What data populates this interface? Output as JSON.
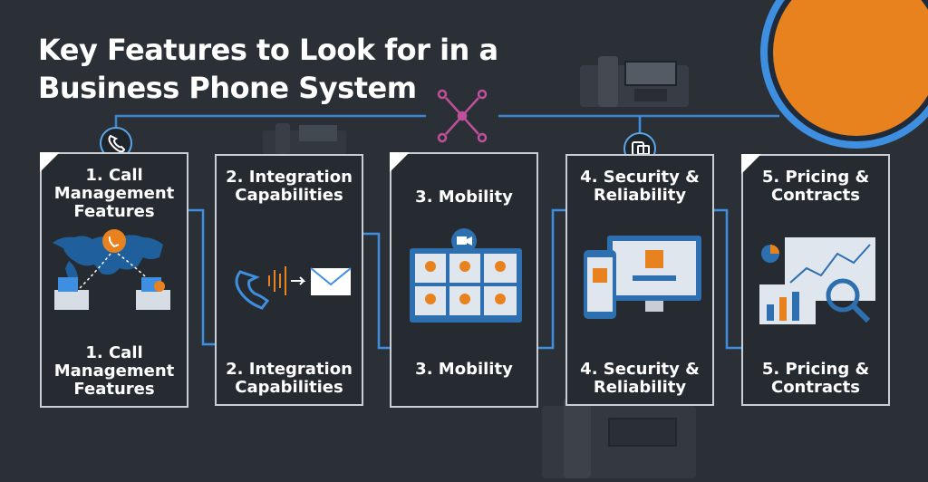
{
  "title": "Key Features to Look for in a Business Phone System",
  "cards": [
    {
      "top": "1. Call Management Features",
      "bottom": "1. Call Management Features"
    },
    {
      "top": "2. Integration Capabilities",
      "bottom": "2. Integration Capabilities"
    },
    {
      "top": "3. Mobility",
      "bottom": "3. Mobility"
    },
    {
      "top": "4. Security & Reliability",
      "bottom": "4. Security & Reliability"
    },
    {
      "top": "5. Pricing & Contracts",
      "bottom": "5. Pricing & Contracts"
    }
  ],
  "icons": [
    "phone-icon",
    "network-hub-icon",
    "devices-icon",
    "desk-phone-icon",
    "video-call-icon",
    "envelope-icon"
  ],
  "colors": {
    "background": "#2b3037",
    "accent_blue": "#3f8fe0",
    "accent_orange": "#e8821e",
    "card_border": "#c9ced6"
  }
}
